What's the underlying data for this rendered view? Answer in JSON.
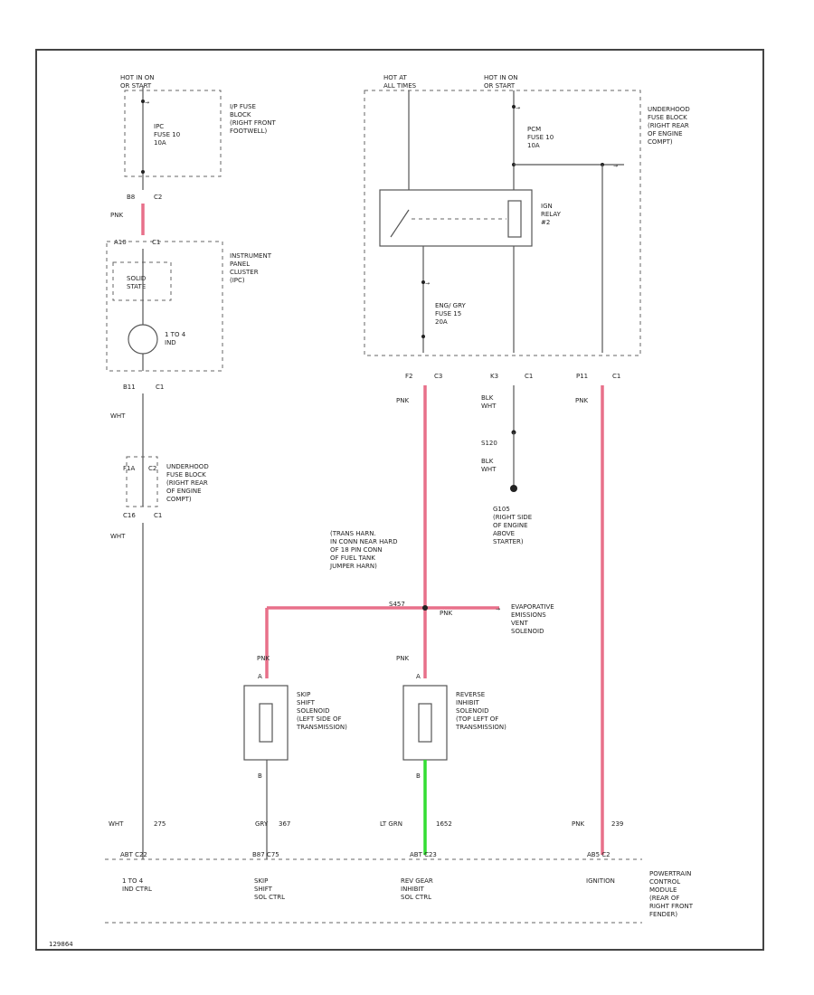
{
  "colors": {
    "pink_wire": "#e8708a",
    "green_wire": "#33dd33",
    "plain_wire": "#555555"
  },
  "left": {
    "hot": "HOT IN ON\nOR START",
    "ip_fuse_block": "I/P FUSE\nBLOCK\n(RIGHT FRONT\nFOOTWELL)",
    "fuse": "IPC\nFUSE 10\n10A",
    "conn1": "B8",
    "conn1b": "C2",
    "wire1": "PNK",
    "conn2": "A10",
    "conn2b": "C1",
    "cluster": "INSTRUMENT\nPANEL\nCLUSTER\n(IPC)",
    "solid_state": "SOLID\nSTATE",
    "lamp": "1 TO 4\nIND",
    "conn3": "B11",
    "conn3b": "C1",
    "wire2": "WHT",
    "conn4": "F1A",
    "conn4b": "C2",
    "underhood": "UNDERHOOD\nFUSE BLOCK\n(RIGHT REAR\nOF ENGINE\nCOMPT)",
    "conn5": "C16",
    "conn5b": "C1",
    "wire3": "WHT"
  },
  "relay_block": {
    "hot_at_all_times": "HOT AT\nALL TIMES",
    "hot_in_on": "HOT IN ON\nOR START",
    "fuse_pcm": "PCM\nFUSE 10\n10A",
    "underhood": "UNDERHOOD\nFUSE BLOCK\n(RIGHT REAR\nOF ENGINE\nCOMPT)",
    "ign_relay": "IGN\nRELAY\n#2",
    "evap_fuse": "ENG/ GRY\nFUSE 15\n20A",
    "conn_f2": "F2",
    "conn_f2b": "C3",
    "conn_k3": "K3",
    "conn_k3b": "C1",
    "conn_p11": "P11",
    "conn_p11b": "C1"
  },
  "mid": {
    "wire_pnk": "PNK",
    "wire_blk1": "BLK\nWHT",
    "splice": "S120",
    "wire_blk2": "BLK\nWHT",
    "ground": "G105\n(RIGHT SIDE\nOF ENGINE\nABOVE\nSTARTER)",
    "trans_note": "(TRANS HARN.\nIN CONN NEAR HARD\nOF 18 PIN CONN\nOF FUEL TANK\nJUMPER HARN)",
    "splice2": "S457",
    "wire_pnk2": "PNK",
    "evap": "EVAPORATIVE\nEMISSIONS\nVENT\nSOLENOID"
  },
  "solenoids": {
    "skip_wire": "PNK",
    "skip_pin_a": "B",
    "skip_label": "SKIP\nSHIFT\nSOLENOID\n(LEFT SIDE OF\nTRANSMISSION)",
    "skip_pin_b": "A",
    "rev_wire": "PNK",
    "rev_pin_a": "B",
    "rev_label": "REVERSE\nINHIBIT\nSOLENOID\n(TOP LEFT OF\nTRANSMISSION)",
    "rev_pin_b": "A"
  },
  "bottom": {
    "wires": [
      {
        "color": "WHT",
        "circuit": "275"
      },
      {
        "color": "GRY",
        "circuit": "367"
      },
      {
        "color": "LT GRN",
        "circuit": "1652"
      },
      {
        "color": "PNK",
        "circuit": "239"
      }
    ],
    "pins": [
      "ABT C22",
      "B87 C75",
      "ABT C23",
      "AB5 C2"
    ],
    "functions": [
      "1 TO 4\nIND CTRL",
      "SKIP\nSHIFT\nSOL CTRL",
      "REV GEAR\nINHIBIT\nSOL CTRL",
      "IGNITION"
    ],
    "pcm": "POWERTRAIN\nCONTROL\nMODULE\n(REAR OF\nRIGHT FRONT\nFENDER)",
    "code": "129864"
  }
}
